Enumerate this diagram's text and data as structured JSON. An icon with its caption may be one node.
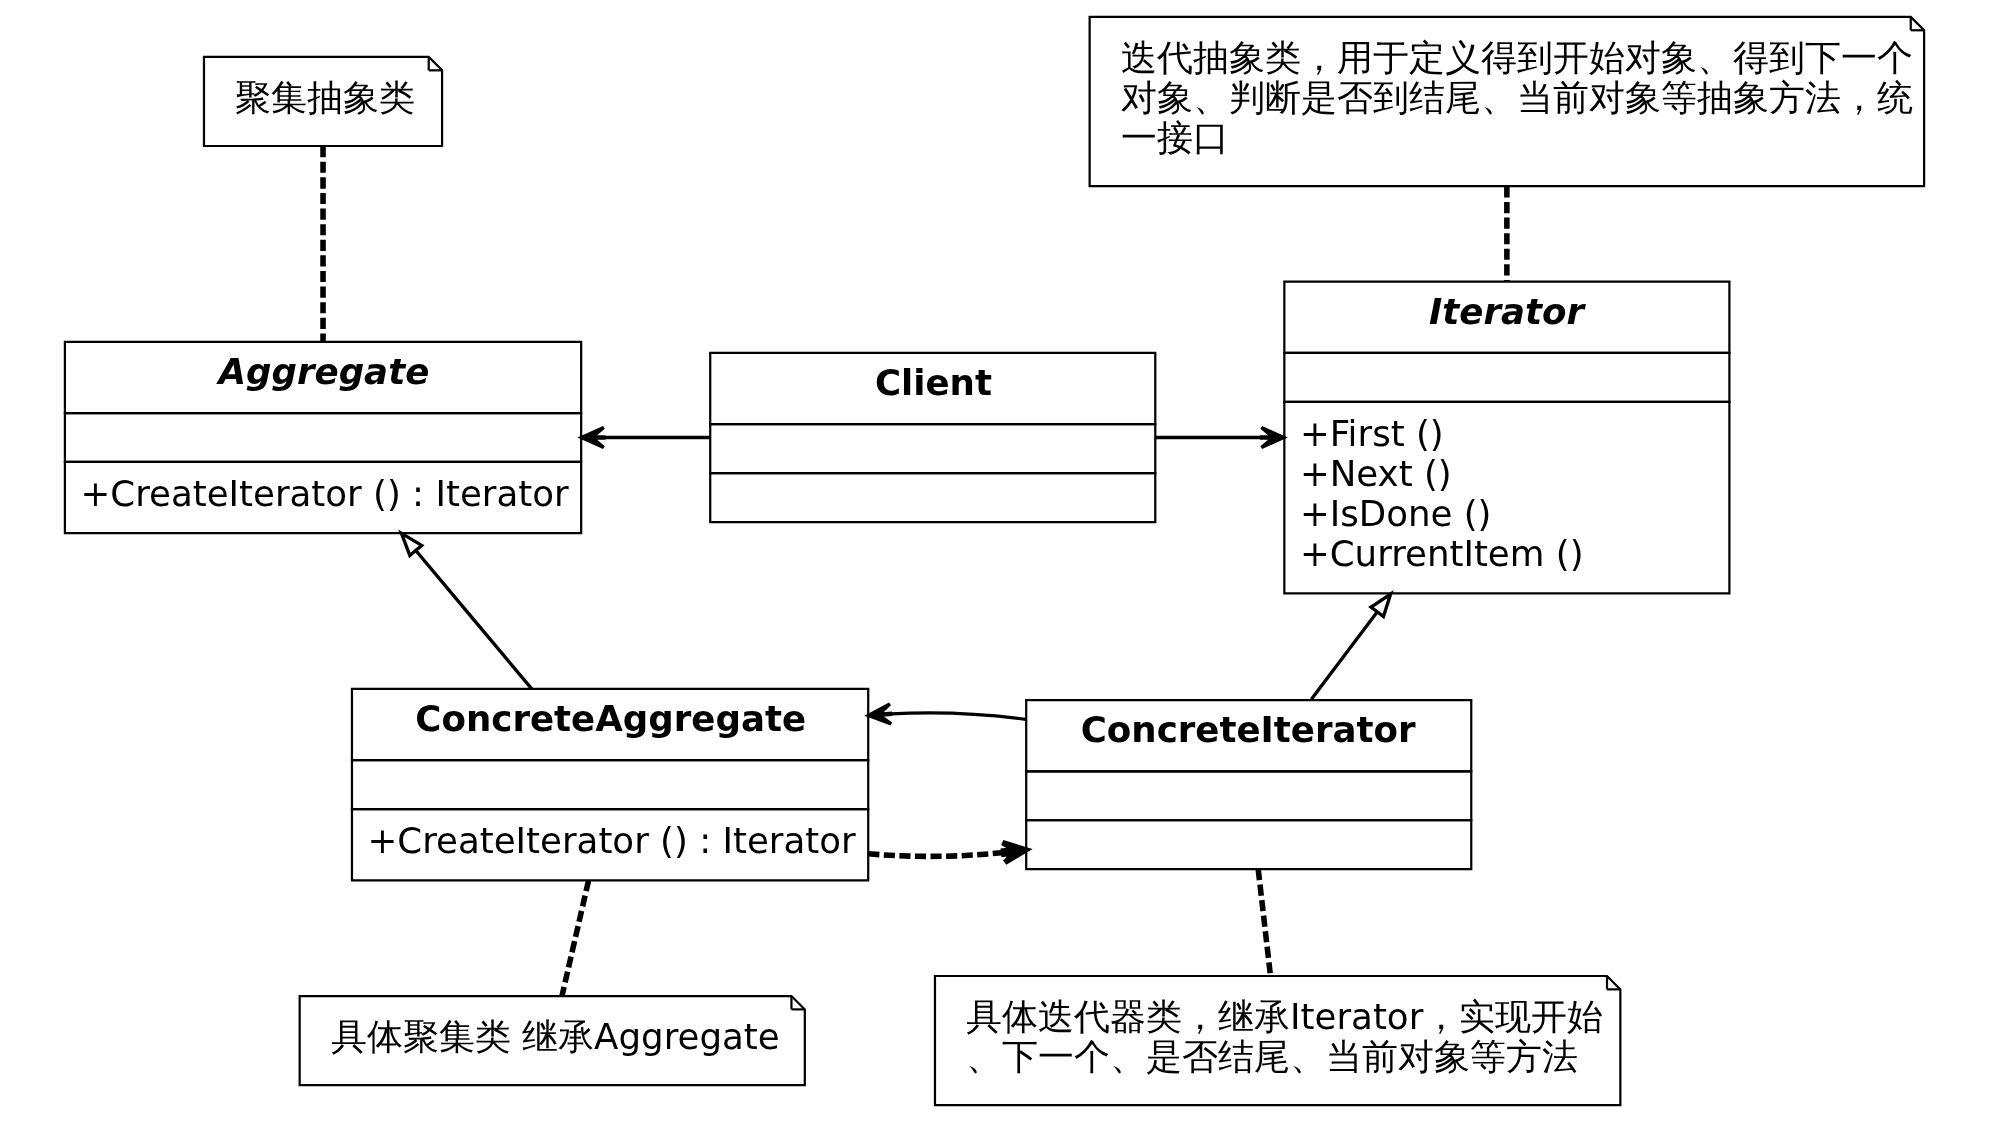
{
  "diagram": {
    "nodes": [
      {
        "text": [
          "聚集抽象类"
        ]
      },
      {
        "text": [
          "迭代抽象类，用于定义得到开始对象、得到下一个对象、判断是否到结尾、当前对象等抽象方法，统一接口"
        ]
      },
      {
        "text": [
          "Aggregate",
          "+CreateIterator () : Iterator"
        ]
      },
      {
        "text": [
          "Client"
        ]
      },
      {
        "text": [
          "Iterator",
          "+First ()",
          "+Next ()",
          "+IsDone ()",
          "+CurrentItem ()"
        ]
      },
      {
        "text": [
          "ConcreteAggregate",
          "+CreateIterator () : Iterator"
        ]
      },
      {
        "text": [
          "ConcreteIterator"
        ]
      },
      {
        "text": [
          "具体聚集类 继承Aggregate"
        ]
      },
      {
        "text": [
          "具体迭代器类，继承Iterator，实现开始、下一个、是否结尾、当前对象等方法"
        ]
      }
    ],
    "edges": [
      {
        "from": 0,
        "to": 2,
        "arrow": "none",
        "style": "dashed"
      },
      {
        "from": 1,
        "to": 4,
        "arrow": "none",
        "style": "dashed"
      },
      {
        "from": 3,
        "to": 2,
        "arrow": "to"
      },
      {
        "from": 3,
        "to": 4,
        "arrow": "to"
      },
      {
        "from": 5,
        "to": 2,
        "arrow": "to"
      },
      {
        "from": 6,
        "to": 4,
        "arrow": "to"
      },
      {
        "from": 5,
        "to": 6,
        "arrow": "to",
        "style": "dashed"
      },
      {
        "from": 6,
        "to": 5,
        "arrow": "to"
      },
      {
        "from": 7,
        "to": 5,
        "arrow": "none",
        "style": "dashed"
      },
      {
        "from": 8,
        "to": 6,
        "arrow": "none",
        "style": "dashed"
      }
    ]
  }
}
